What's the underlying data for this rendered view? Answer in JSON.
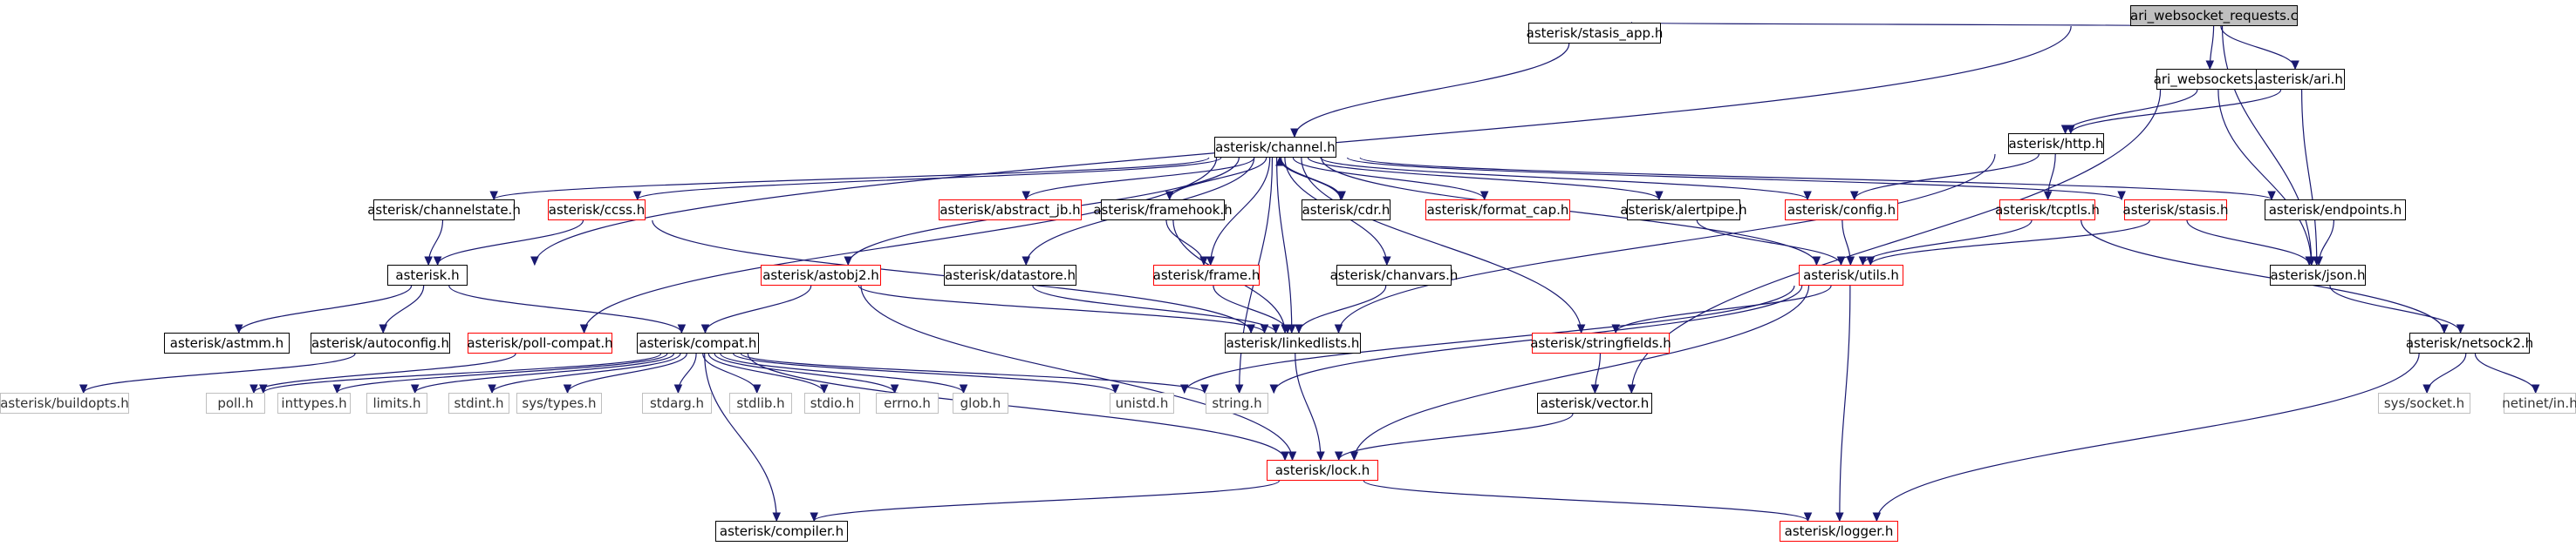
{
  "graph": {
    "nodes": [
      {
        "id": "root",
        "label": "ari_websocket_requests.c",
        "style": "root"
      },
      {
        "id": "stasis_app",
        "label": "asterisk/stasis_app.h",
        "style": "black"
      },
      {
        "id": "ari_websockets",
        "label": "ari_websockets.h",
        "style": "black"
      },
      {
        "id": "ari",
        "label": "asterisk/ari.h",
        "style": "black"
      },
      {
        "id": "channel",
        "label": "asterisk/channel.h",
        "style": "black"
      },
      {
        "id": "http",
        "label": "asterisk/http.h",
        "style": "black"
      },
      {
        "id": "channelstate",
        "label": "asterisk/channelstate.h",
        "style": "black"
      },
      {
        "id": "ccss",
        "label": "asterisk/ccss.h",
        "style": "red"
      },
      {
        "id": "abstract_jb",
        "label": "asterisk/abstract_jb.h",
        "style": "red"
      },
      {
        "id": "framehook",
        "label": "asterisk/framehook.h",
        "style": "black"
      },
      {
        "id": "cdr",
        "label": "asterisk/cdr.h",
        "style": "black"
      },
      {
        "id": "format_cap",
        "label": "asterisk/format_cap.h",
        "style": "red"
      },
      {
        "id": "alertpipe",
        "label": "asterisk/alertpipe.h",
        "style": "black"
      },
      {
        "id": "config",
        "label": "asterisk/config.h",
        "style": "red"
      },
      {
        "id": "tcptls",
        "label": "asterisk/tcptls.h",
        "style": "red"
      },
      {
        "id": "stasis",
        "label": "asterisk/stasis.h",
        "style": "red"
      },
      {
        "id": "endpoints",
        "label": "asterisk/endpoints.h",
        "style": "black"
      },
      {
        "id": "asterisk_h",
        "label": "asterisk.h",
        "style": "black"
      },
      {
        "id": "astobj2",
        "label": "asterisk/astobj2.h",
        "style": "red"
      },
      {
        "id": "datastore",
        "label": "asterisk/datastore.h",
        "style": "black"
      },
      {
        "id": "frame",
        "label": "asterisk/frame.h",
        "style": "red"
      },
      {
        "id": "chanvars",
        "label": "asterisk/chanvars.h",
        "style": "black"
      },
      {
        "id": "utils",
        "label": "asterisk/utils.h",
        "style": "red"
      },
      {
        "id": "json",
        "label": "asterisk/json.h",
        "style": "black"
      },
      {
        "id": "astmm",
        "label": "asterisk/astmm.h",
        "style": "black"
      },
      {
        "id": "autoconfig",
        "label": "asterisk/autoconfig.h",
        "style": "black"
      },
      {
        "id": "poll_compat",
        "label": "asterisk/poll-compat.h",
        "style": "red"
      },
      {
        "id": "compat",
        "label": "asterisk/compat.h",
        "style": "black"
      },
      {
        "id": "linkedlists",
        "label": "asterisk/linkedlists.h",
        "style": "black"
      },
      {
        "id": "stringfields",
        "label": "asterisk/stringfields.h",
        "style": "red"
      },
      {
        "id": "netsock2",
        "label": "asterisk/netsock2.h",
        "style": "black"
      },
      {
        "id": "buildopts",
        "label": "asterisk/buildopts.h",
        "style": "gray"
      },
      {
        "id": "poll",
        "label": "poll.h",
        "style": "gray"
      },
      {
        "id": "inttypes",
        "label": "inttypes.h",
        "style": "gray"
      },
      {
        "id": "limits",
        "label": "limits.h",
        "style": "gray"
      },
      {
        "id": "stdint",
        "label": "stdint.h",
        "style": "gray"
      },
      {
        "id": "systypes",
        "label": "sys/types.h",
        "style": "gray"
      },
      {
        "id": "stdarg",
        "label": "stdarg.h",
        "style": "gray"
      },
      {
        "id": "stdlib",
        "label": "stdlib.h",
        "style": "gray"
      },
      {
        "id": "stdio",
        "label": "stdio.h",
        "style": "gray"
      },
      {
        "id": "errno",
        "label": "errno.h",
        "style": "gray"
      },
      {
        "id": "glob",
        "label": "glob.h",
        "style": "gray"
      },
      {
        "id": "unistd",
        "label": "unistd.h",
        "style": "gray"
      },
      {
        "id": "string",
        "label": "string.h",
        "style": "gray"
      },
      {
        "id": "vector",
        "label": "asterisk/vector.h",
        "style": "black"
      },
      {
        "id": "syssocket",
        "label": "sys/socket.h",
        "style": "gray"
      },
      {
        "id": "netinet",
        "label": "netinet/in.h",
        "style": "gray"
      },
      {
        "id": "lock",
        "label": "asterisk/lock.h",
        "style": "red"
      },
      {
        "id": "compiler",
        "label": "asterisk/compiler.h",
        "style": "black"
      },
      {
        "id": "logger",
        "label": "asterisk/logger.h",
        "style": "red"
      }
    ],
    "edges": [
      [
        "root",
        "stasis_app"
      ],
      [
        "root",
        "ari_websockets"
      ],
      [
        "root",
        "ari"
      ],
      [
        "root",
        "json"
      ],
      [
        "root",
        "asterisk_h"
      ],
      [
        "stasis_app",
        "channel"
      ],
      [
        "ari_websockets",
        "http"
      ],
      [
        "ari_websockets",
        "json"
      ],
      [
        "ari_websockets",
        "vector"
      ],
      [
        "ari",
        "http"
      ],
      [
        "ari",
        "json"
      ],
      [
        "channel",
        "channelstate"
      ],
      [
        "channel",
        "ccss"
      ],
      [
        "channel",
        "abstract_jb"
      ],
      [
        "channel",
        "framehook"
      ],
      [
        "channel",
        "cdr"
      ],
      [
        "channel",
        "format_cap"
      ],
      [
        "channel",
        "alertpipe"
      ],
      [
        "channel",
        "config"
      ],
      [
        "channel",
        "stasis"
      ],
      [
        "channel",
        "endpoints"
      ],
      [
        "channel",
        "astobj2"
      ],
      [
        "channel",
        "datastore"
      ],
      [
        "channel",
        "frame"
      ],
      [
        "channel",
        "chanvars"
      ],
      [
        "channel",
        "utils"
      ],
      [
        "channel",
        "stringfields"
      ],
      [
        "channel",
        "linkedlists"
      ],
      [
        "channel",
        "poll_compat"
      ],
      [
        "channel",
        "string"
      ],
      [
        "cdr",
        "channel"
      ],
      [
        "http",
        "config"
      ],
      [
        "http",
        "tcptls"
      ],
      [
        "http",
        "linkedlists"
      ],
      [
        "channelstate",
        "asterisk_h"
      ],
      [
        "ccss",
        "asterisk_h"
      ],
      [
        "ccss",
        "linkedlists"
      ],
      [
        "framehook",
        "frame"
      ],
      [
        "framehook",
        "linkedlists"
      ],
      [
        "alertpipe",
        "utils"
      ],
      [
        "config",
        "utils"
      ],
      [
        "tcptls",
        "utils"
      ],
      [
        "tcptls",
        "netsock2"
      ],
      [
        "stasis",
        "utils"
      ],
      [
        "stasis",
        "json"
      ],
      [
        "endpoints",
        "json"
      ],
      [
        "asterisk_h",
        "astmm"
      ],
      [
        "asterisk_h",
        "autoconfig"
      ],
      [
        "asterisk_h",
        "compat"
      ],
      [
        "astobj2",
        "compat"
      ],
      [
        "astobj2",
        "linkedlists"
      ],
      [
        "astobj2",
        "lock"
      ],
      [
        "datastore",
        "linkedlists"
      ],
      [
        "frame",
        "linkedlists"
      ],
      [
        "chanvars",
        "linkedlists"
      ],
      [
        "utils",
        "stringfields"
      ],
      [
        "utils",
        "unistd"
      ],
      [
        "utils",
        "string"
      ],
      [
        "utils",
        "lock"
      ],
      [
        "utils",
        "logger"
      ],
      [
        "json",
        "netsock2"
      ],
      [
        "autoconfig",
        "buildopts"
      ],
      [
        "poll_compat",
        "poll"
      ],
      [
        "compat",
        "poll"
      ],
      [
        "compat",
        "inttypes"
      ],
      [
        "compat",
        "limits"
      ],
      [
        "compat",
        "stdint"
      ],
      [
        "compat",
        "systypes"
      ],
      [
        "compat",
        "stdarg"
      ],
      [
        "compat",
        "stdlib"
      ],
      [
        "compat",
        "stdio"
      ],
      [
        "compat",
        "errno"
      ],
      [
        "compat",
        "glob"
      ],
      [
        "compat",
        "unistd"
      ],
      [
        "compat",
        "string"
      ],
      [
        "compat",
        "compiler"
      ],
      [
        "compat",
        "lock"
      ],
      [
        "linkedlists",
        "lock"
      ],
      [
        "stringfields",
        "vector"
      ],
      [
        "vector",
        "lock"
      ],
      [
        "netsock2",
        "syssocket"
      ],
      [
        "netsock2",
        "netinet"
      ],
      [
        "netsock2",
        "logger"
      ],
      [
        "lock",
        "compiler"
      ],
      [
        "lock",
        "logger"
      ]
    ]
  }
}
